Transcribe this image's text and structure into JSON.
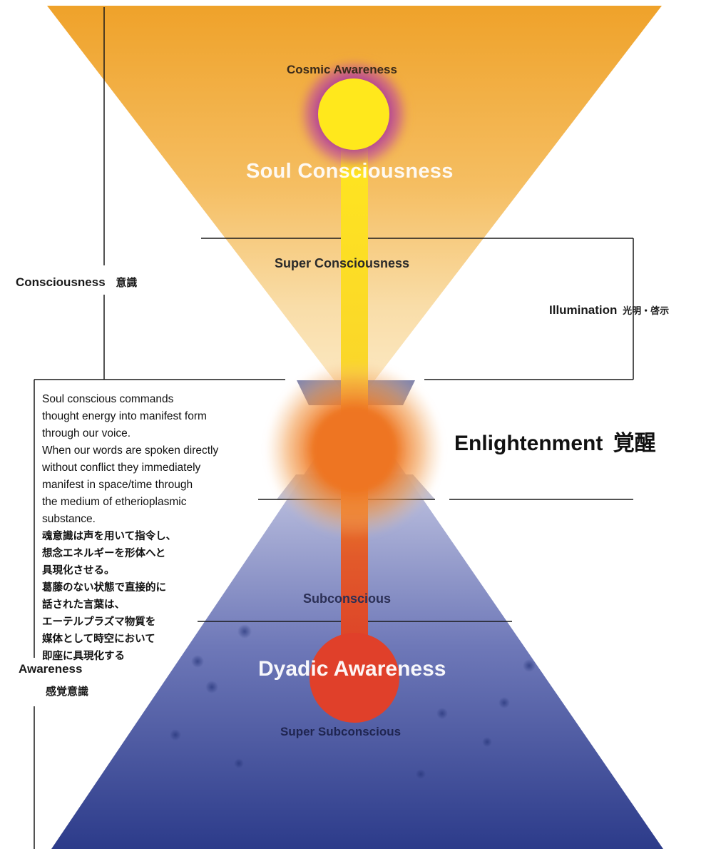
{
  "labels": {
    "cosmic_awareness": "Cosmic Awareness",
    "soul_consciousness": "Soul Consciousness",
    "super_consciousness": "Super Consciousness",
    "consciousness": "Consciousness",
    "consciousness_jp": "意識",
    "illumination": "Illumination",
    "illumination_jp": "光明・啓示",
    "enlightenment": "Enlightenment",
    "enlightenment_jp": "覚醒",
    "subconscious": "Subconscious",
    "dyadic_awareness": "Dyadic Awareness",
    "super_subconscious": "Super Subconscious",
    "awareness": "Awareness",
    "awareness_jp": "感覚意識"
  },
  "description_en": [
    "Soul conscious commands",
    "thought energy into manifest form",
    "through our voice.",
    "When our words are spoken directly",
    "without conflict they immediately",
    "manifest in space/time through",
    "the medium of etherioplasmic",
    "substance."
  ],
  "description_jp": [
    "魂意識は声を用いて指令し、",
    "想念エネルギーを形体へと",
    "具現化させる。",
    "葛藤のない状態で直接的に",
    "話された言葉は、",
    "エーテルプラズマ物質を",
    "媒体として時空において",
    "即座に具現化する"
  ],
  "colors": {
    "upper_cone_top": "#F0A52E",
    "upper_cone_bottom": "#FBE6C0",
    "lower_cone_top": "#D9DCEF",
    "lower_cone_bottom": "#2E3D8C",
    "cosmic_orb": "#FFE61F",
    "cosmic_glow": "#9A2FA8",
    "enlightenment_orb": "#EE7A22",
    "super_subconscious_orb": "#E2422A",
    "line": "#1a1a1a"
  }
}
